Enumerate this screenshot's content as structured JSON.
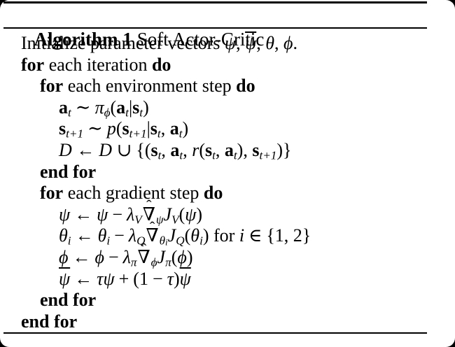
{
  "colors": {
    "text": "#000000",
    "background": "#ffffff",
    "frame": "#000000"
  },
  "header": {
    "label": "Algorithm 1",
    "title": "Soft Actor-Critic"
  },
  "algorithm": {
    "lines": [
      {
        "indent": 0,
        "segments": [
          {
            "t": "Initialize parameter vectors ",
            "s": "rm"
          },
          {
            "t": "ψ",
            "s": "it"
          },
          {
            "t": ", ",
            "s": "rm"
          },
          {
            "t": "ψ",
            "s": "bar"
          },
          {
            "t": ", ",
            "s": "rm"
          },
          {
            "t": "θ",
            "s": "it"
          },
          {
            "t": ", ",
            "s": "rm"
          },
          {
            "t": "ϕ",
            "s": "it"
          },
          {
            "t": ".",
            "s": "rm"
          }
        ]
      },
      {
        "indent": 0,
        "segments": [
          {
            "t": "for",
            "s": "kw"
          },
          {
            "t": " each iteration ",
            "s": "rm"
          },
          {
            "t": "do",
            "s": "kw"
          }
        ]
      },
      {
        "indent": 1,
        "segments": [
          {
            "t": "for",
            "s": "kw"
          },
          {
            "t": " each environment step ",
            "s": "rm"
          },
          {
            "t": "do",
            "s": "kw"
          }
        ]
      },
      {
        "indent": 2,
        "segments": [
          {
            "t": "a",
            "s": "bf"
          },
          {
            "t": "t",
            "s": "sub"
          },
          {
            "t": "∼",
            "s": "op"
          },
          {
            "t": "π",
            "s": "it"
          },
          {
            "t": "ϕ",
            "s": "sub"
          },
          {
            "t": "(",
            "s": "rm"
          },
          {
            "t": "a",
            "s": "bf"
          },
          {
            "t": "t",
            "s": "sub"
          },
          {
            "t": "|",
            "s": "rm"
          },
          {
            "t": "s",
            "s": "bf"
          },
          {
            "t": "t",
            "s": "sub"
          },
          {
            "t": ")",
            "s": "rm"
          }
        ]
      },
      {
        "indent": 2,
        "segments": [
          {
            "t": "s",
            "s": "bf"
          },
          {
            "t": "t+1",
            "s": "sub"
          },
          {
            "t": "∼",
            "s": "op"
          },
          {
            "t": "p",
            "s": "it"
          },
          {
            "t": "(",
            "s": "rm"
          },
          {
            "t": "s",
            "s": "bf"
          },
          {
            "t": "t+1",
            "s": "sub"
          },
          {
            "t": "|",
            "s": "rm"
          },
          {
            "t": "s",
            "s": "bf"
          },
          {
            "t": "t",
            "s": "sub"
          },
          {
            "t": ", ",
            "s": "rm"
          },
          {
            "t": "a",
            "s": "bf"
          },
          {
            "t": "t",
            "s": "sub"
          },
          {
            "t": ")",
            "s": "rm"
          }
        ]
      },
      {
        "indent": 2,
        "segments": [
          {
            "t": "D",
            "s": "cal"
          },
          {
            "t": "←",
            "s": "op"
          },
          {
            "t": "D",
            "s": "cal"
          },
          {
            "t": "∪",
            "s": "op"
          },
          {
            "t": "{(",
            "s": "rm"
          },
          {
            "t": "s",
            "s": "bf"
          },
          {
            "t": "t",
            "s": "sub"
          },
          {
            "t": ", ",
            "s": "rm"
          },
          {
            "t": "a",
            "s": "bf"
          },
          {
            "t": "t",
            "s": "sub"
          },
          {
            "t": ", ",
            "s": "rm"
          },
          {
            "t": "r",
            "s": "it"
          },
          {
            "t": "(",
            "s": "rm"
          },
          {
            "t": "s",
            "s": "bf"
          },
          {
            "t": "t",
            "s": "sub"
          },
          {
            "t": ", ",
            "s": "rm"
          },
          {
            "t": "a",
            "s": "bf"
          },
          {
            "t": "t",
            "s": "sub"
          },
          {
            "t": ")",
            "s": "rm"
          },
          {
            "t": ", ",
            "s": "rm"
          },
          {
            "t": "s",
            "s": "bf"
          },
          {
            "t": "t+1",
            "s": "sub"
          },
          {
            "t": ")}",
            "s": "rm"
          }
        ]
      },
      {
        "indent": 1,
        "segments": [
          {
            "t": "end for",
            "s": "kw"
          }
        ]
      },
      {
        "indent": 1,
        "segments": [
          {
            "t": "for",
            "s": "kw"
          },
          {
            "t": " each gradient step ",
            "s": "rm"
          },
          {
            "t": "do",
            "s": "kw"
          }
        ]
      },
      {
        "indent": 2,
        "segments": [
          {
            "t": "ψ",
            "s": "it"
          },
          {
            "t": "←",
            "s": "op"
          },
          {
            "t": "ψ",
            "s": "it"
          },
          {
            "t": "−",
            "s": "op"
          },
          {
            "t": "λ",
            "s": "it"
          },
          {
            "t": "V",
            "s": "sub"
          },
          {
            "t": "∇̂",
            "s": "nabla"
          },
          {
            "t": "ψ",
            "s": "sub"
          },
          {
            "t": "J",
            "s": "it"
          },
          {
            "t": "V",
            "s": "sub"
          },
          {
            "t": "(",
            "s": "rm"
          },
          {
            "t": "ψ",
            "s": "it"
          },
          {
            "t": ")",
            "s": "rm"
          }
        ]
      },
      {
        "indent": 2,
        "segments": [
          {
            "t": "θ",
            "s": "it"
          },
          {
            "t": "i",
            "s": "sub"
          },
          {
            "t": "←",
            "s": "op"
          },
          {
            "t": "θ",
            "s": "it"
          },
          {
            "t": "i",
            "s": "sub"
          },
          {
            "t": "−",
            "s": "op"
          },
          {
            "t": "λ",
            "s": "it"
          },
          {
            "t": "Q",
            "s": "sub"
          },
          {
            "t": "∇̂",
            "s": "nabla"
          },
          {
            "t": "θ",
            "s": "sub"
          },
          {
            "t": "i",
            "s": "sub2"
          },
          {
            "t": "J",
            "s": "it"
          },
          {
            "t": "Q",
            "s": "sub"
          },
          {
            "t": "(",
            "s": "rm"
          },
          {
            "t": "θ",
            "s": "it"
          },
          {
            "t": "i",
            "s": "sub"
          },
          {
            "t": ")",
            "s": "rm"
          },
          {
            "t": " for ",
            "s": "rm"
          },
          {
            "t": "i",
            "s": "it"
          },
          {
            "t": "∈",
            "s": "op"
          },
          {
            "t": "{1, 2}",
            "s": "rm"
          }
        ]
      },
      {
        "indent": 2,
        "segments": [
          {
            "t": "ϕ",
            "s": "it"
          },
          {
            "t": "←",
            "s": "op"
          },
          {
            "t": "ϕ",
            "s": "it"
          },
          {
            "t": "−",
            "s": "op"
          },
          {
            "t": "λ",
            "s": "it"
          },
          {
            "t": "π",
            "s": "sub"
          },
          {
            "t": "∇̂",
            "s": "nabla"
          },
          {
            "t": "ϕ",
            "s": "sub"
          },
          {
            "t": "J",
            "s": "it"
          },
          {
            "t": "π",
            "s": "sub"
          },
          {
            "t": "(",
            "s": "rm"
          },
          {
            "t": "ϕ",
            "s": "it"
          },
          {
            "t": ")",
            "s": "rm"
          }
        ]
      },
      {
        "indent": 2,
        "segments": [
          {
            "t": "ψ",
            "s": "bar"
          },
          {
            "t": "←",
            "s": "op"
          },
          {
            "t": "τψ",
            "s": "it"
          },
          {
            "t": "+",
            "s": "op"
          },
          {
            "t": "(1",
            "s": "rm"
          },
          {
            "t": "−",
            "s": "op"
          },
          {
            "t": "τ",
            "s": "it"
          },
          {
            "t": ")",
            "s": "rm"
          },
          {
            "t": "ψ",
            "s": "bar"
          }
        ]
      },
      {
        "indent": 1,
        "segments": [
          {
            "t": "end for",
            "s": "kw"
          }
        ]
      },
      {
        "indent": 0,
        "segments": [
          {
            "t": "end for",
            "s": "kw"
          }
        ]
      }
    ]
  }
}
